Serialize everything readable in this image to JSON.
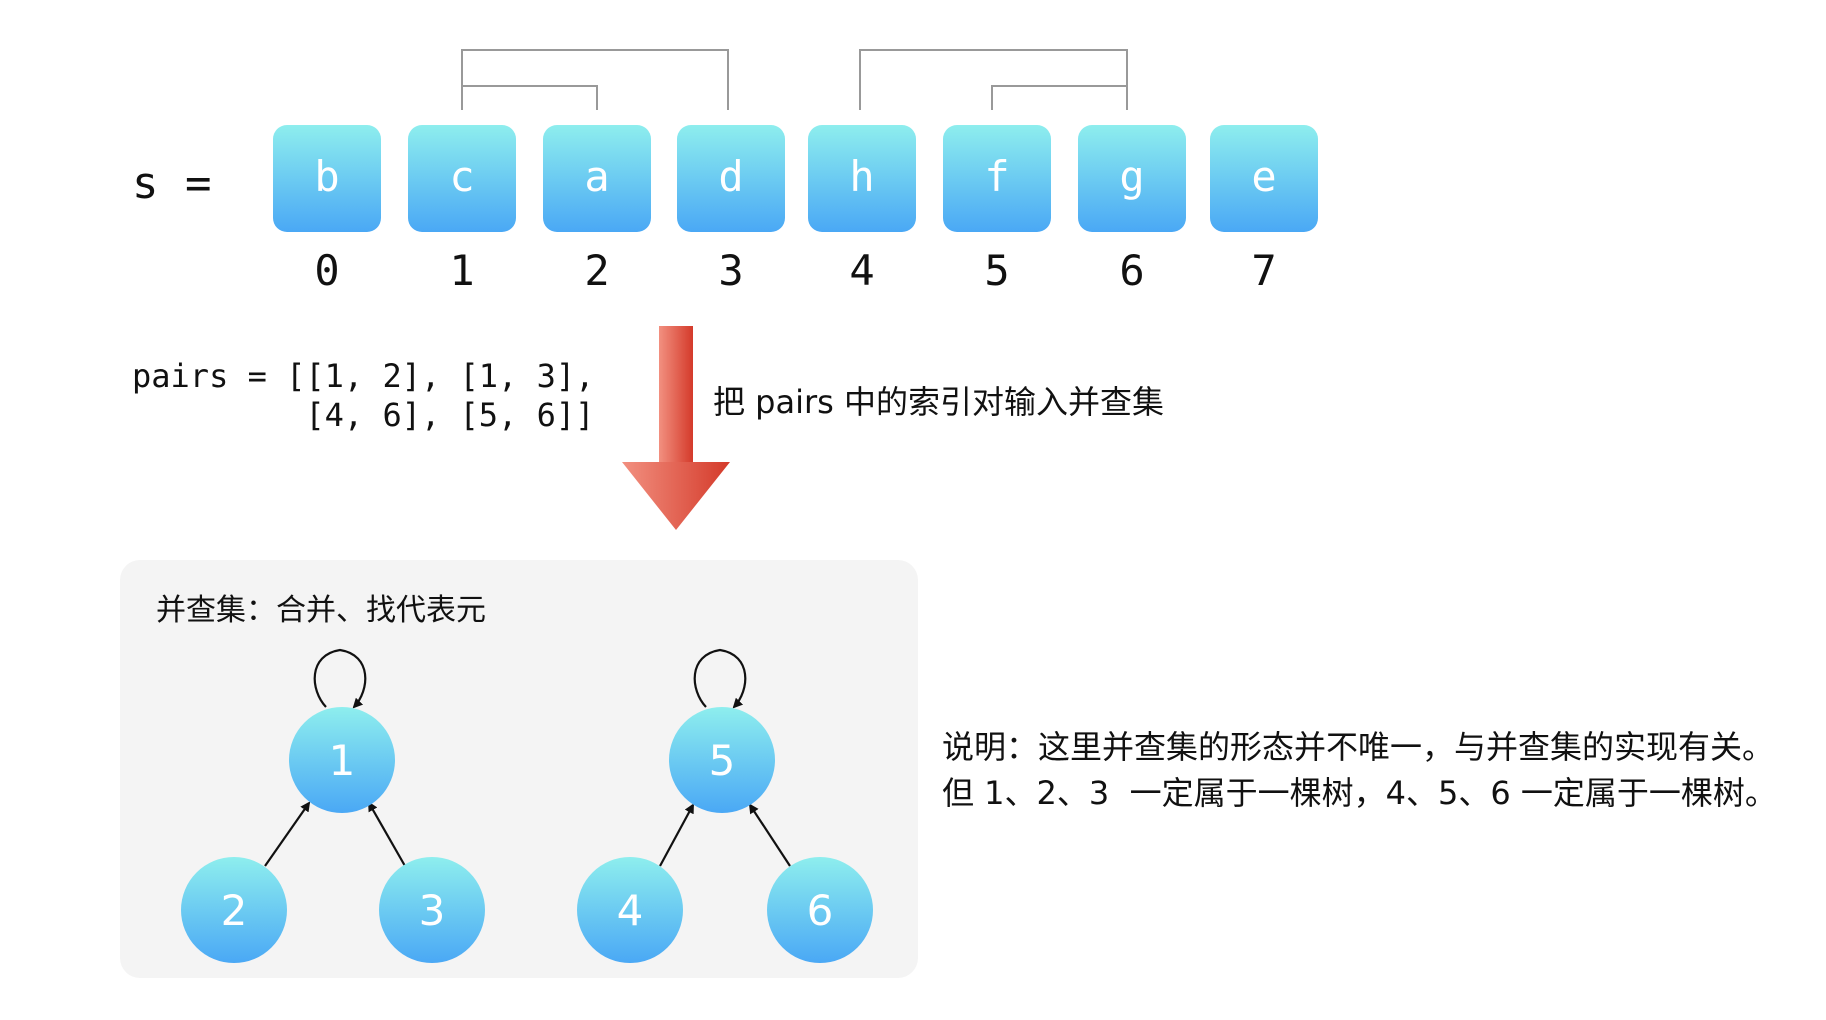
{
  "s_label": "s =",
  "chars": [
    "b",
    "c",
    "a",
    "d",
    "h",
    "f",
    "g",
    "e"
  ],
  "indices": [
    "0",
    "1",
    "2",
    "3",
    "4",
    "5",
    "6",
    "7"
  ],
  "pairs_text": "pairs = [[1, 2], [1, 3],\n         [4, 6], [5, 6]]",
  "pairs": [
    [
      1,
      2
    ],
    [
      1,
      3
    ],
    [
      4,
      6
    ],
    [
      5,
      6
    ]
  ],
  "arrow_note": "把 pairs 中的索引对输入并查集",
  "panel_title": "并查集：合并、找代表元",
  "tree_nodes": [
    "1",
    "2",
    "3",
    "5",
    "4",
    "6"
  ],
  "note": "说明：这里并查集的形态并不唯一，与并查集的实现有关。\n但 1、2、3  一定属于一棵树，4、5、6 一定属于一棵树。",
  "colors": {
    "box_top": "#8eeeee",
    "box_bottom": "#4aa8f5",
    "arrow_light": "#f08a7a",
    "arrow_dark": "#d63a2c",
    "panel_bg": "#f4f4f4",
    "bracket": "#999999"
  }
}
